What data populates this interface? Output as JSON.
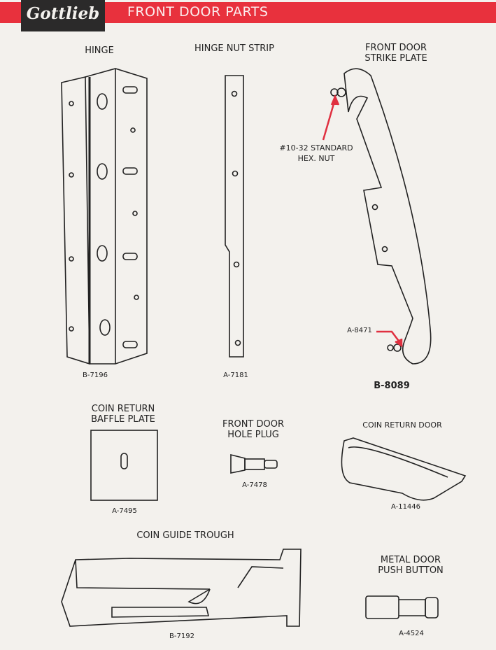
{
  "header": {
    "logo": "Gottlieb",
    "title": "FRONT DOOR PARTS"
  },
  "parts": [
    {
      "name": "HINGE",
      "number": "B-7196"
    },
    {
      "name": "HINGE NUT STRIP",
      "number": "A-7181"
    },
    {
      "name_line1": "FRONT DOOR",
      "name_line2": "STRIKE PLATE",
      "number": "B-8089"
    },
    {
      "name_line1": "COIN RETURN",
      "name_line2": "BAFFLE PLATE",
      "number": "A-7495"
    },
    {
      "name_line1": "FRONT DOOR",
      "name_line2": "HOLE PLUG",
      "number": "A-7478"
    },
    {
      "name": "COIN RETURN DOOR",
      "number": "A-11446"
    },
    {
      "name": "COIN GUIDE TROUGH",
      "number": "B-7192"
    },
    {
      "name_line1": "METAL DOOR",
      "name_line2": "PUSH BUTTON",
      "number": "A-4524"
    }
  ],
  "callouts": {
    "nut_line1": "#10-32 STANDARD",
    "nut_line2": "HEX. NUT",
    "nut_part": "A-8471"
  },
  "colors": {
    "header_red": "#e8313d",
    "logo_bg": "#2b2a2a",
    "arrow_red": "#e03040"
  }
}
